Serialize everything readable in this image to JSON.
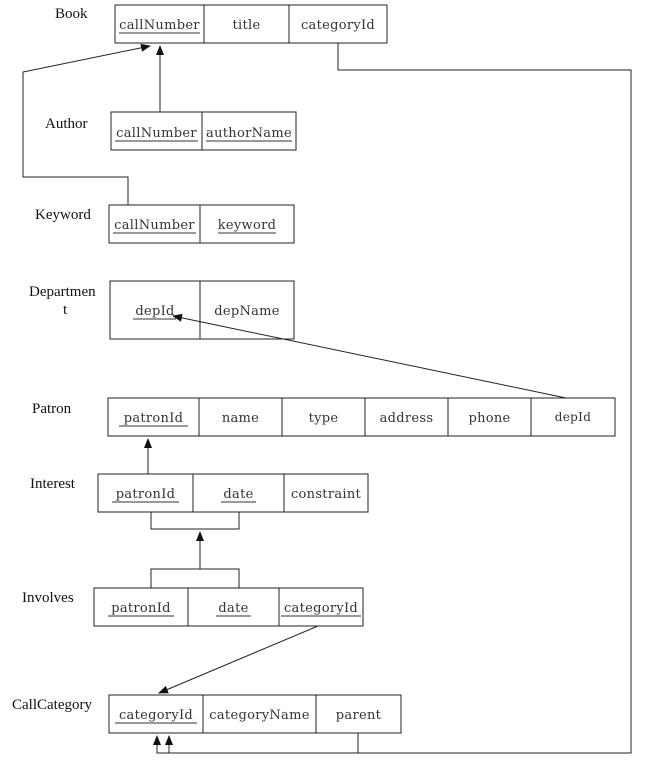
{
  "tables": {
    "book": {
      "name": "Book",
      "columns": [
        {
          "label": "callNumber",
          "key": true
        },
        {
          "label": "title",
          "key": false
        },
        {
          "label": "categoryId",
          "key": false
        }
      ]
    },
    "author": {
      "name": "Author",
      "columns": [
        {
          "label": "callNumber",
          "key": true
        },
        {
          "label": "authorName",
          "key": true
        }
      ]
    },
    "keyword": {
      "name": "Keyword",
      "columns": [
        {
          "label": "callNumber",
          "key": true
        },
        {
          "label": "keyword",
          "key": true
        }
      ]
    },
    "department": {
      "name_line1": "Departmen",
      "name_line2": "t",
      "columns": [
        {
          "label": "depId",
          "key": true
        },
        {
          "label": "depName",
          "key": false
        }
      ]
    },
    "patron": {
      "name": "Patron",
      "columns": [
        {
          "label": "patronId",
          "key": true
        },
        {
          "label": "name",
          "key": false
        },
        {
          "label": "type",
          "key": false
        },
        {
          "label": "address",
          "key": false
        },
        {
          "label": "phone",
          "key": false
        },
        {
          "label": "depId",
          "key": false
        }
      ]
    },
    "interest": {
      "name": "Interest",
      "columns": [
        {
          "label": "patronId",
          "key": true
        },
        {
          "label": "date",
          "key": true
        },
        {
          "label": "constraint",
          "key": false
        }
      ]
    },
    "involves": {
      "name": "Involves",
      "columns": [
        {
          "label": "patronId",
          "key": true
        },
        {
          "label": "date",
          "key": true
        },
        {
          "label": "categoryId",
          "key": true
        }
      ]
    },
    "callCategory": {
      "name": "CallCategory",
      "columns": [
        {
          "label": "categoryId",
          "key": true
        },
        {
          "label": "categoryName",
          "key": false
        },
        {
          "label": "parent",
          "key": false
        }
      ]
    }
  }
}
